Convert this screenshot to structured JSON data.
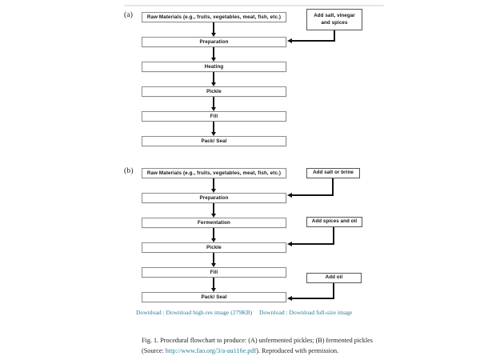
{
  "figure": {
    "panel_a": {
      "label": "(a)",
      "steps": [
        "Raw Materials (e.g., fruits, vegetables, meat, fish, etc.)",
        "Preparation",
        "Heating",
        "Pickle",
        "Fill",
        "Pack/ Seal"
      ],
      "side_inputs": [
        {
          "text": "Add salt, vinegar and spices",
          "target": "Preparation"
        }
      ]
    },
    "panel_b": {
      "label": "(b)",
      "steps": [
        "Raw Materials (e.g., fruits, vegetables, meat, fish, etc.)",
        "Preparation",
        "Fermentation",
        "Pickle",
        "Fill",
        "Pack/ Seal"
      ],
      "side_inputs": [
        {
          "text": "Add salt or brine",
          "target": "Preparation"
        },
        {
          "text": "Add spices and oil",
          "target": "Pickle"
        },
        {
          "text": "Add oil",
          "target": "Pack/ Seal"
        }
      ]
    }
  },
  "downloads": [
    {
      "label": "Download : Download high-res image (279KB)"
    },
    {
      "label": "Download : Download full-size image"
    }
  ],
  "caption": {
    "lead": "Fig. 1. Procedural flowchart to produce: (A) unfermented pickles; (B) fermented pickles (Source: ",
    "link": "http://www.fao.org/3/a-au116e.pdf",
    "tail": "). Reproduced with permission."
  },
  "colors": {
    "link": "#2a7f9e",
    "box_border": "#8c8c8c",
    "side_box_border": "#555555",
    "arrow": "#111111",
    "rule": "#e6e6e6"
  }
}
